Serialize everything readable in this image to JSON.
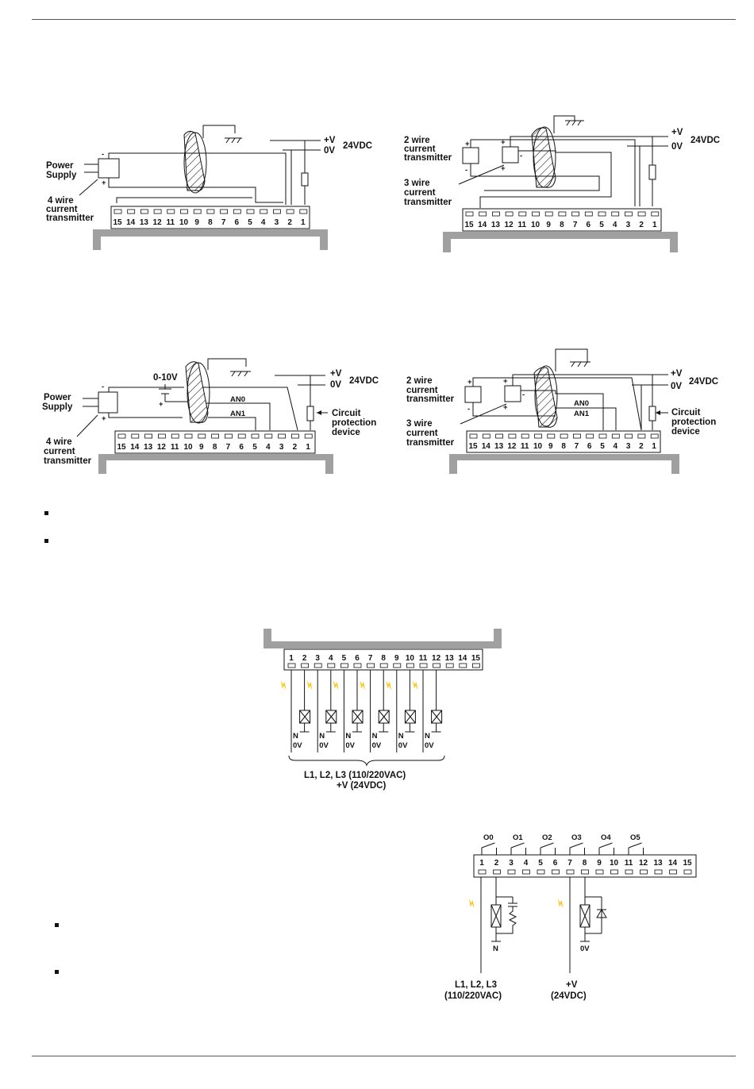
{
  "diagram1": {
    "power_supply": [
      "Power",
      "Supply"
    ],
    "transmitter": [
      "4 wire",
      "current",
      "transmitter"
    ],
    "plus_v": "+V",
    "zero_v": "0V",
    "supply": "24VDC",
    "minus": "-",
    "plus": "+",
    "terminals": [
      "15",
      "14",
      "13",
      "12",
      "11",
      "10",
      "9",
      "8",
      "7",
      "6",
      "5",
      "4",
      "3",
      "2",
      "1"
    ]
  },
  "diagram2": {
    "two_wire": [
      "2 wire",
      "current",
      "transmitter"
    ],
    "three_wire": [
      "3 wire",
      "current",
      "transmitter"
    ],
    "plus_v": "+V",
    "zero_v": "0V",
    "supply": "24VDC",
    "minus": "-",
    "plus": "+",
    "terminals": [
      "15",
      "14",
      "13",
      "12",
      "11",
      "10",
      "9",
      "8",
      "7",
      "6",
      "5",
      "4",
      "3",
      "2",
      "1"
    ]
  },
  "diagram3": {
    "power_supply": [
      "Power",
      "Supply"
    ],
    "transmitter": [
      "4 wire",
      "current",
      "transmitter"
    ],
    "voltage": "0-10V",
    "an0": "AN0",
    "an1": "AN1",
    "plus_v": "+V",
    "zero_v": "0V",
    "supply": "24VDC",
    "protection": [
      "Circuit",
      "protection",
      "device"
    ],
    "minus": "-",
    "plus": "+",
    "terminals": [
      "15",
      "14",
      "13",
      "12",
      "11",
      "10",
      "9",
      "8",
      "7",
      "6",
      "5",
      "4",
      "3",
      "2",
      "1"
    ]
  },
  "diagram4": {
    "two_wire": [
      "2 wire",
      "current",
      "transmitter"
    ],
    "three_wire": [
      "3 wire",
      "current",
      "transmitter"
    ],
    "an0": "AN0",
    "an1": "AN1",
    "plus_v": "+V",
    "zero_v": "0V",
    "supply": "24VDC",
    "protection": [
      "Circuit",
      "protection",
      "device"
    ],
    "minus": "-",
    "plus": "+",
    "terminals": [
      "15",
      "14",
      "13",
      "12",
      "11",
      "10",
      "9",
      "8",
      "7",
      "6",
      "5",
      "4",
      "3",
      "2",
      "1"
    ]
  },
  "diagram5": {
    "terminals": [
      "1",
      "2",
      "3",
      "4",
      "5",
      "6",
      "7",
      "8",
      "9",
      "10",
      "11",
      "12",
      "13",
      "14",
      "15"
    ],
    "n": "N",
    "zero_v": "0V",
    "supply_line1": "L1, L2, L3 (110/220VAC)",
    "supply_line2": "+V (24VDC)"
  },
  "diagram6": {
    "outputs": [
      "O0",
      "O1",
      "O2",
      "O3",
      "O4",
      "O5"
    ],
    "terminals": [
      "1",
      "2",
      "3",
      "4",
      "5",
      "6",
      "7",
      "8",
      "9",
      "10",
      "11",
      "12",
      "13",
      "14",
      "15"
    ],
    "n": "N",
    "zero_v": "0V",
    "ac_line1": "L1, L2, L3",
    "ac_line2": "(110/220VAC)",
    "dc_line1": "+V",
    "dc_line2": "(24VDC)"
  }
}
